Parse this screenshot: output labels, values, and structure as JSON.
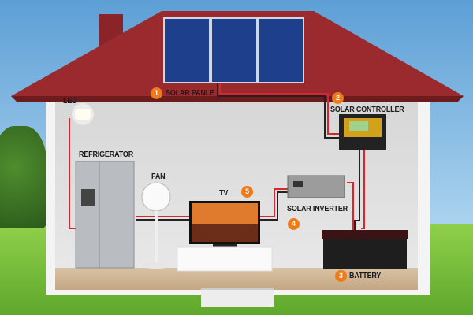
{
  "labels": {
    "solar_panel": "SOLAR PANLE",
    "solar_controller": "SOLAR CONTROLLER",
    "battery": "BATTERY",
    "solar_inverter": "SOLAR INVERTER",
    "tv": "TV",
    "fan": "FAN",
    "refrigerator": "REFRIGERATOR",
    "led": "LED"
  },
  "numbers": {
    "solar_panel": "1",
    "solar_controller": "2",
    "battery": "3",
    "solar_inverter": "4",
    "tv": "5"
  },
  "colors": {
    "roof": "#9b2a2e",
    "badge": "#ef7a1a",
    "wire_red": "#d8262c",
    "wire_black": "#222222",
    "grass": "#7cc23a"
  }
}
